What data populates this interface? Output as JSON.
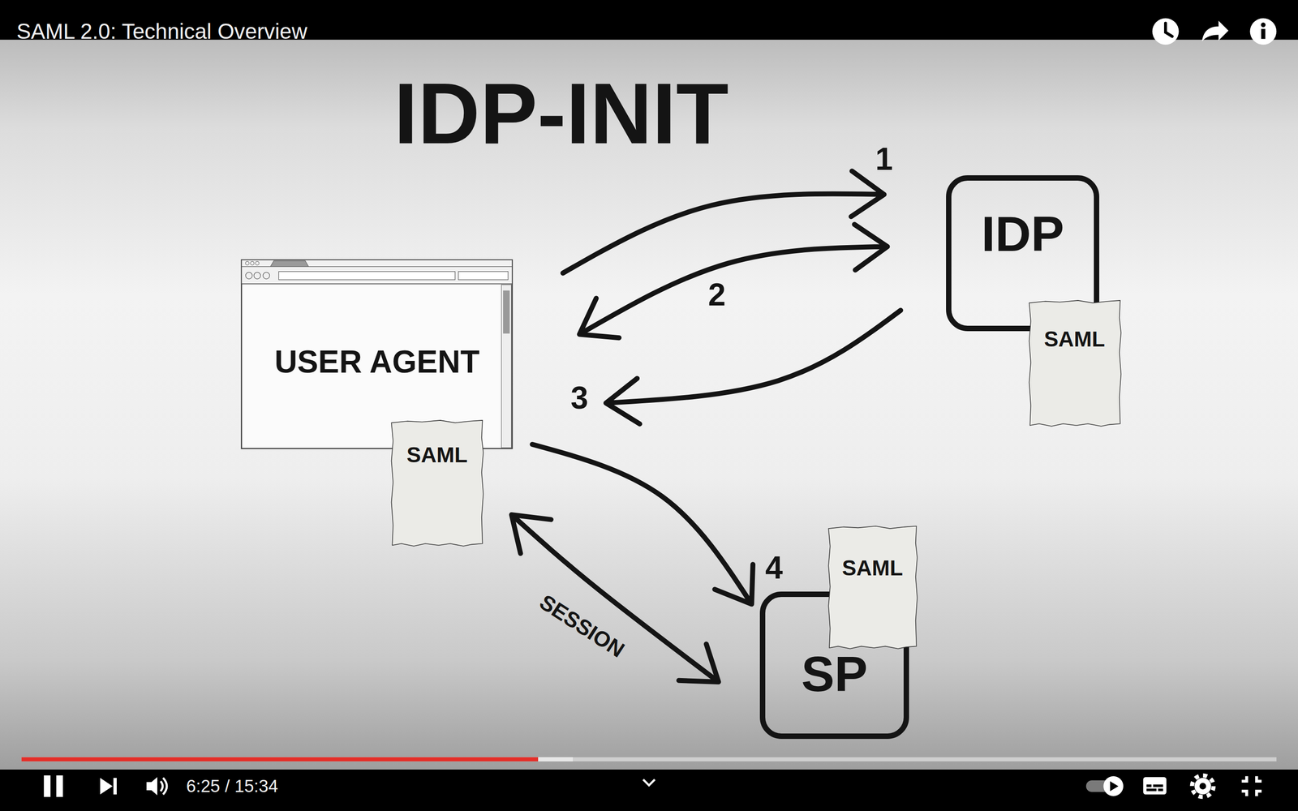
{
  "diagram": {
    "title": "IDP-INIT",
    "nodes": [
      {
        "text": [
          "IDP"
        ]
      },
      {
        "text": [
          "USER AGENT"
        ]
      },
      {
        "text": [
          "SAML"
        ]
      },
      {
        "text": [
          "SAML"
        ]
      },
      {
        "text": [
          "SAML"
        ]
      },
      {
        "text": [
          "SP"
        ]
      }
    ],
    "edges": [
      {
        "from": 1,
        "to": 0,
        "arrow": "to",
        "label": "1"
      },
      {
        "from": 0,
        "to": 1,
        "arrow": "both",
        "label": "2"
      },
      {
        "from": 0,
        "to": 1,
        "arrow": "to",
        "label": "3"
      },
      {
        "from": 1,
        "to": 5,
        "arrow": "to",
        "label": "4"
      },
      {
        "from": 1,
        "to": 5,
        "arrow": "both",
        "label": "SESSION"
      }
    ],
    "labels": [
      "SAML 2.0: Technical Overview",
      "6:25 / 15:34"
    ]
  }
}
